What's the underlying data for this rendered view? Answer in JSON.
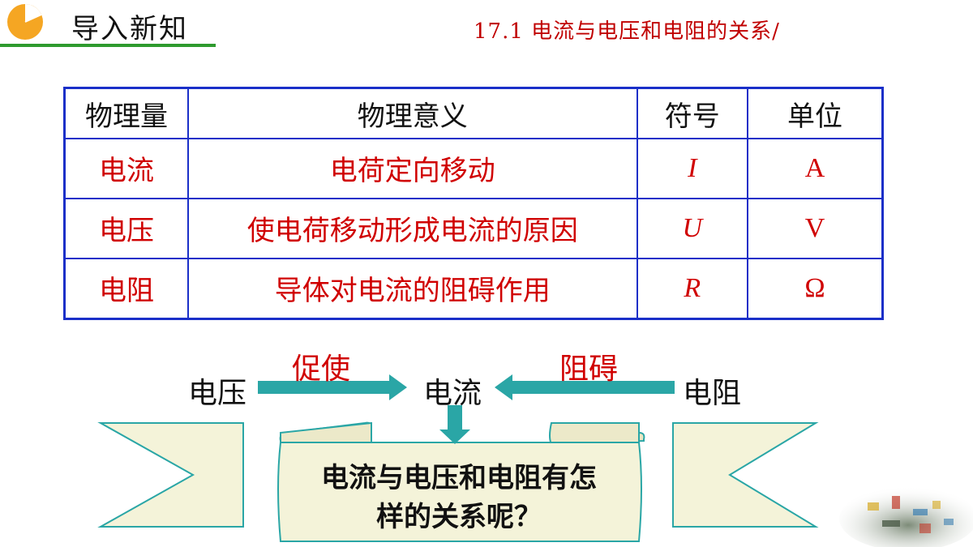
{
  "header": {
    "title": "导入新知",
    "chapter": "17.1  电流与电压和电阻的关系/"
  },
  "table": {
    "headers": [
      "物理量",
      "物理意义",
      "符号",
      "单位"
    ],
    "rows": [
      {
        "quantity": "电流",
        "meaning": "电荷定向移动",
        "symbol": "I",
        "unit": "A"
      },
      {
        "quantity": "电压",
        "meaning": "使电荷移动形成电流的原因",
        "symbol": "U",
        "unit": "V"
      },
      {
        "quantity": "电阻",
        "meaning": "导体对电流的阻碍作用",
        "symbol": "R",
        "unit": "Ω"
      }
    ]
  },
  "flow": {
    "left": "电压",
    "center": "电流",
    "right": "电阻",
    "left_arrow_label": "促使",
    "right_arrow_label": "阻碍"
  },
  "banner": {
    "line1": "电流与电压和电阻有怎",
    "line2": "样的关系呢？"
  },
  "colors": {
    "accent_red": "#d00000",
    "table_border": "#1a2fc8",
    "arrow": "#2aa6a6",
    "banner_fill": "#f4f3d9",
    "header_underline": "#2e9a2e",
    "header_icon": "#f5a623"
  },
  "icons": {
    "header": "pie-chart-icon",
    "decor": "circuit-board-image"
  }
}
